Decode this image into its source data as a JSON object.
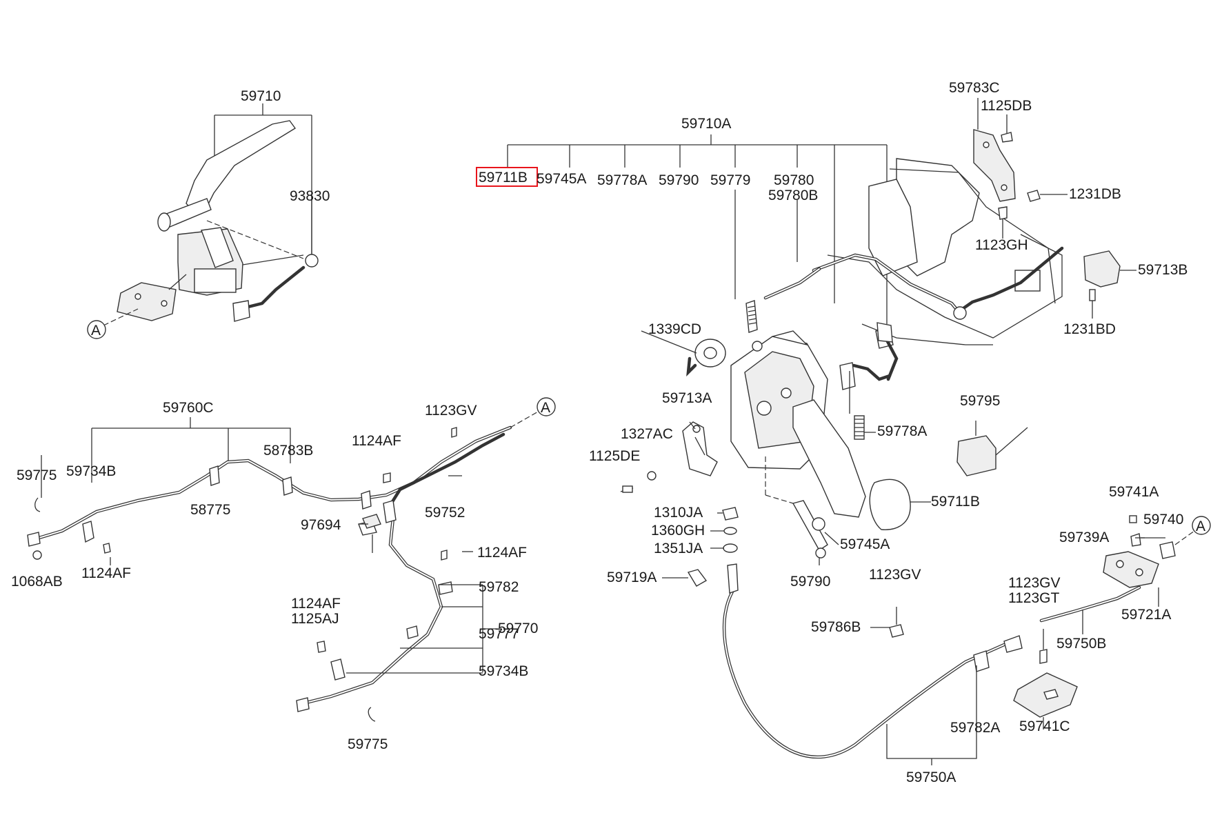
{
  "colors": {
    "highlight": "#e8141b",
    "lineart": "#333333",
    "background": "#ffffff"
  },
  "highlighted_part": "59711B",
  "markers": {
    "ref": "A"
  },
  "labels": {
    "p59710": "59710",
    "p93830": "93830",
    "p59710A": "59710A",
    "p59711B_top": "59711B",
    "p59745A_top": "59745A",
    "p59778A_top": "59778A",
    "p59790_top": "59790",
    "p59779": "59779",
    "p59780": "59780",
    "p59780B": "59780B",
    "p59783C": "59783C",
    "p1125DB": "1125DB",
    "p1231DB": "1231DB",
    "p1123GH": "1123GH",
    "p59713B": "59713B",
    "p1231BD": "1231BD",
    "p1339CD": "1339CD",
    "p59713A": "59713A",
    "p1327AC": "1327AC",
    "p1125DE": "1125DE",
    "p59778A_mid": "59778A",
    "p59795": "59795",
    "p59711B_mid": "59711B",
    "p1310JA": "1310JA",
    "p1360GH": "1360GH",
    "p1351JA": "1351JA",
    "p59745A_mid": "59745A",
    "p59719A": "59719A",
    "p59790_mid": "59790",
    "p1123GV_mid": "1123GV",
    "p59786B": "59786B",
    "p59741A": "59741A",
    "p59740": "59740",
    "p59739A": "59739A",
    "p59721A": "59721A",
    "p1123GV_right": "1123GV",
    "p1123GT": "1123GT",
    "p59750B": "59750B",
    "p59741C": "59741C",
    "p59782A": "59782A",
    "p59750A": "59750A",
    "p59760C": "59760C",
    "p59775_left": "59775",
    "p59734B_left": "59734B",
    "p58783B": "58783B",
    "p1124AF_top": "1124AF",
    "p1123GV_left": "1123GV",
    "p58775": "58775",
    "p59752": "59752",
    "p97694": "97694",
    "p1068AB": "1068AB",
    "p1124AF_left": "1124AF",
    "p1124AF_mid": "1124AF",
    "p59782": "59782",
    "p59770": "59770",
    "p1124AF_low": "1124AF",
    "p1125AJ": "1125AJ",
    "p59777": "59777",
    "p59734B_low": "59734B",
    "p59775_low": "59775"
  }
}
